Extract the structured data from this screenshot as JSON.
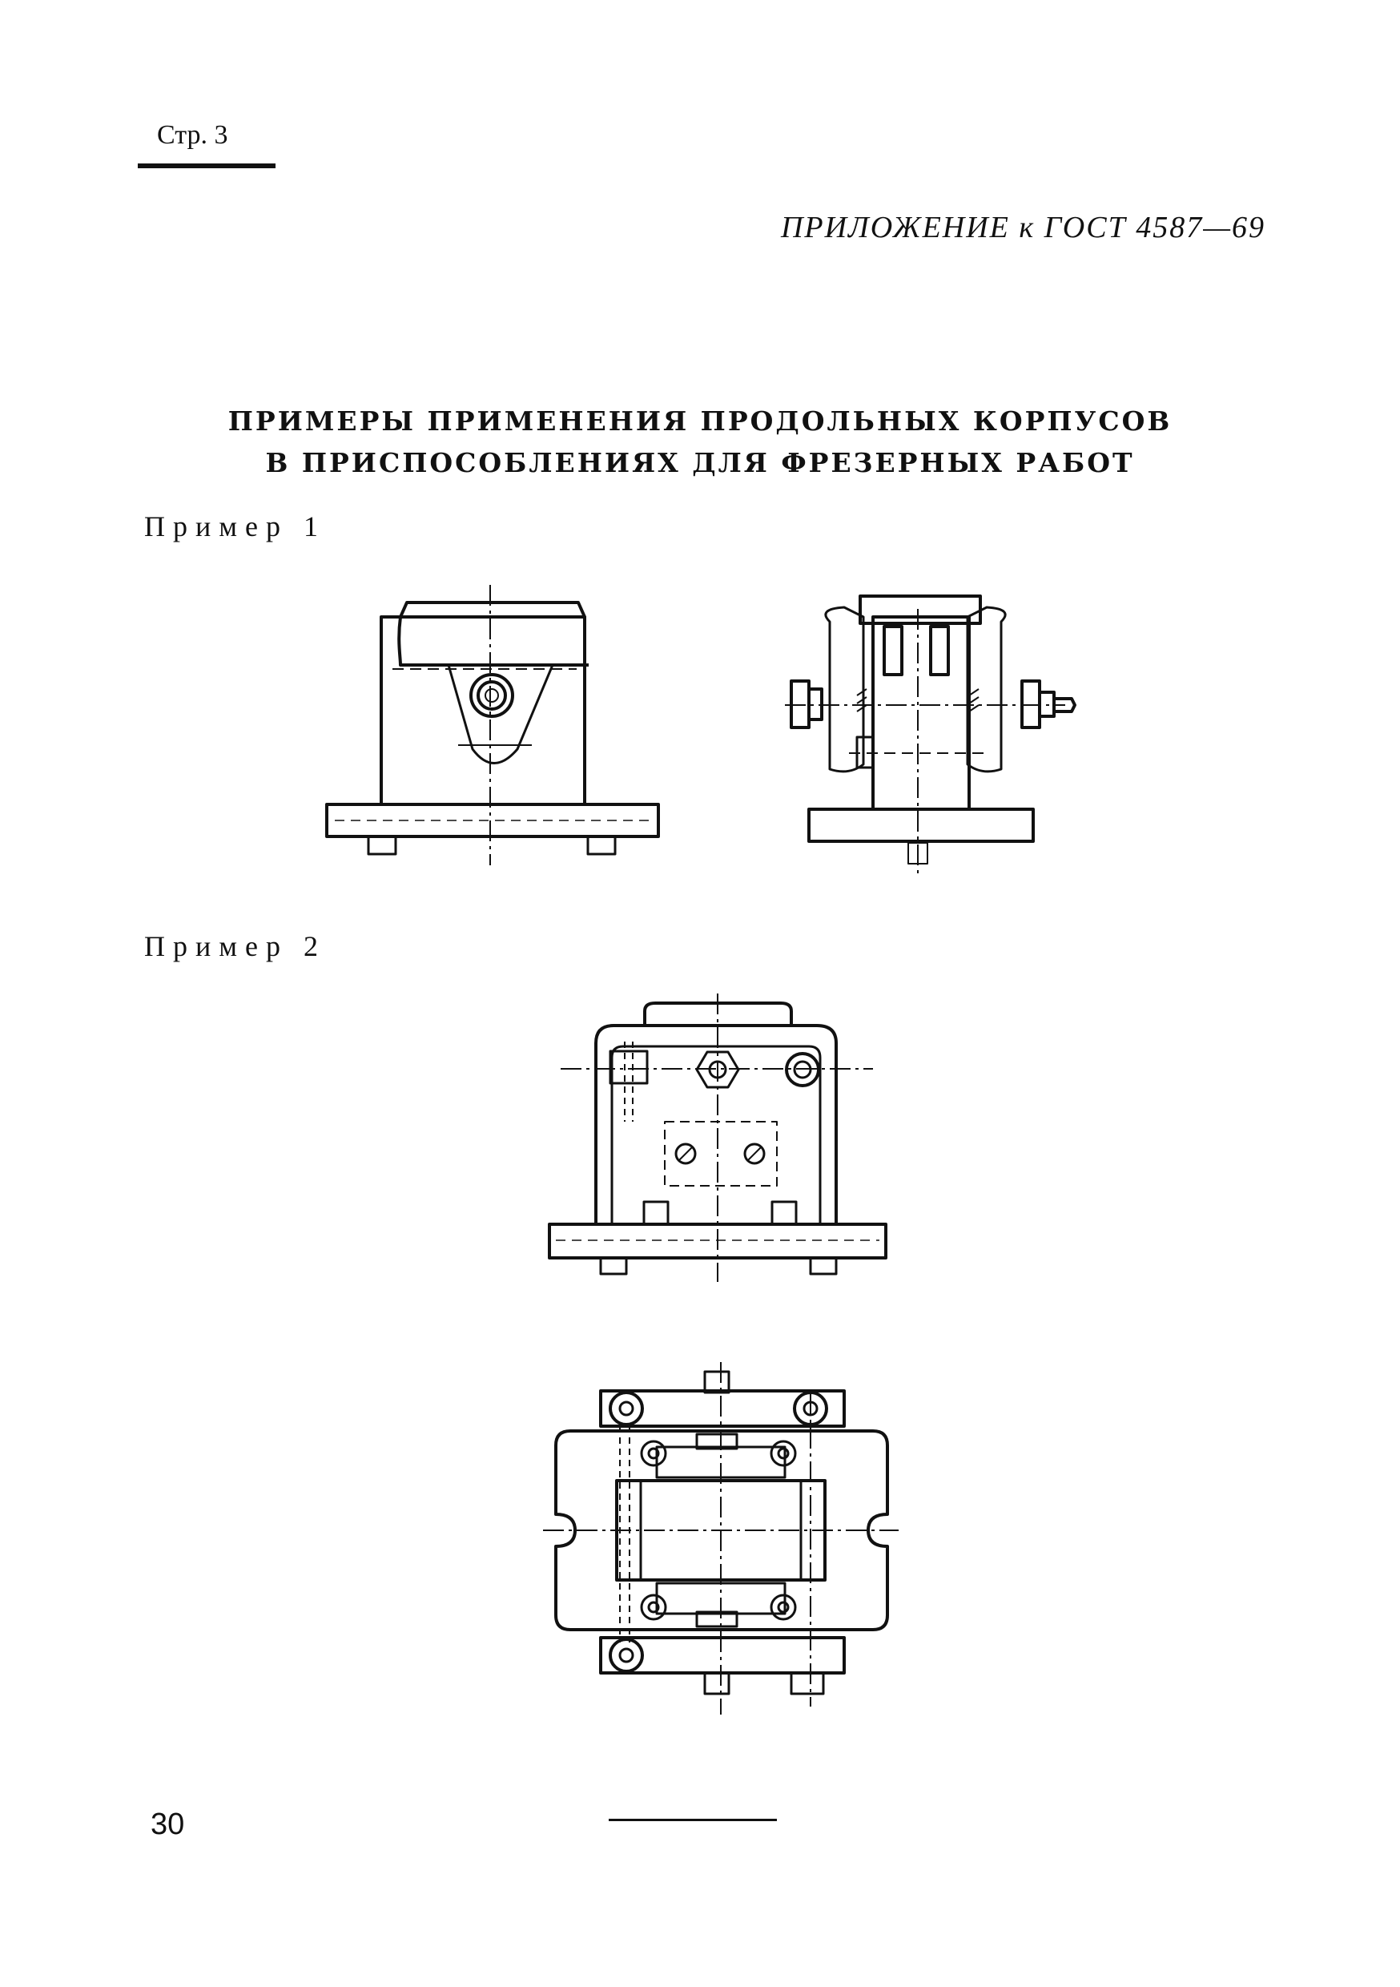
{
  "header": {
    "page_ref": "Стр. 3",
    "appendix": "ПРИЛОЖЕНИЕ к ГОСТ 4587—69"
  },
  "title": {
    "line1": "ПРИМЕРЫ ПРИМЕНЕНИЯ ПРОДОЛЬНЫХ КОРПУСОВ",
    "line2": "В ПРИСПОСОБЛЕНИЯХ ДЛЯ ФРЕЗЕРНЫХ РАБОТ"
  },
  "examples": [
    {
      "label": "Пример 1"
    },
    {
      "label": "Пример 2"
    }
  ],
  "footer": {
    "page_number": "30"
  }
}
